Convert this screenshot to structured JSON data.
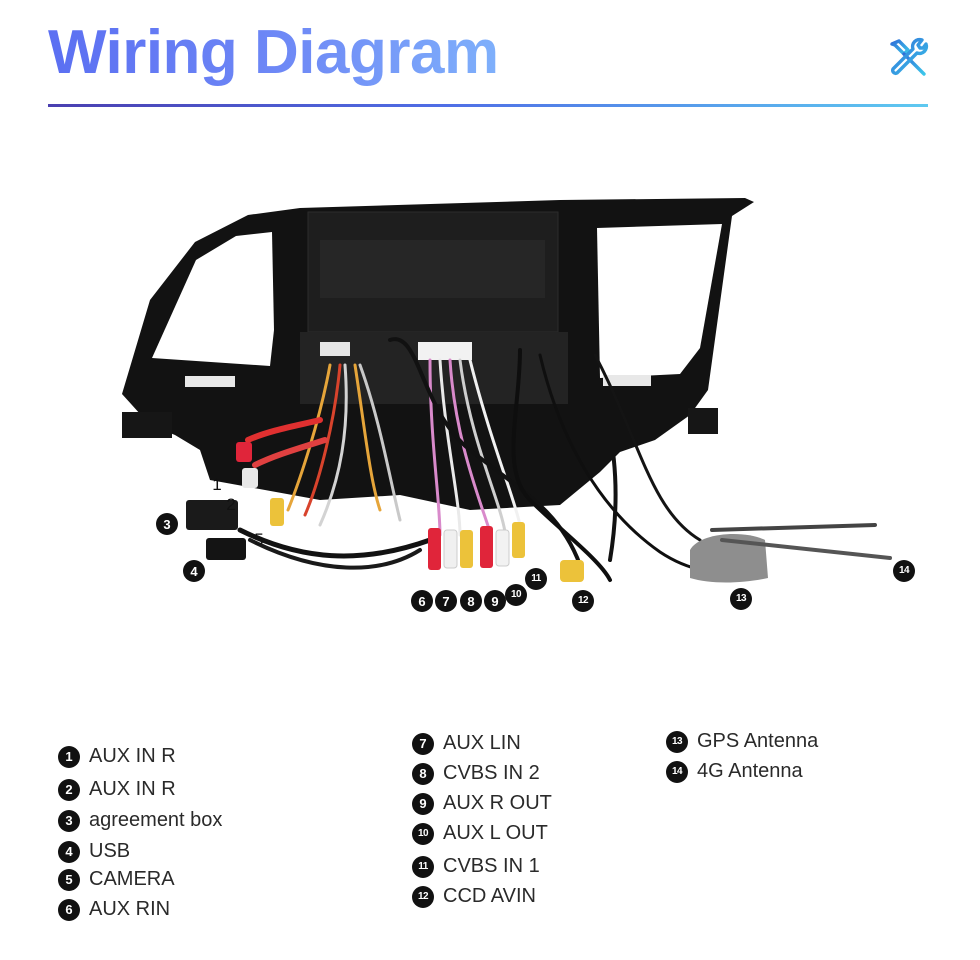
{
  "header": {
    "title": "Wiring Diagram",
    "icon": "tools-icon",
    "accent_start": "#5b6ff2",
    "accent_end": "#7fb0fb"
  },
  "markers": [
    "1",
    "2",
    "3",
    "4",
    "5",
    "6",
    "7",
    "8",
    "9",
    "10",
    "11",
    "12",
    "13",
    "14"
  ],
  "legend": {
    "col1": [
      {
        "num": "1",
        "label": "AUX IN R"
      },
      {
        "num": "2",
        "label": "AUX IN R"
      },
      {
        "num": "3",
        "label": "agreement box"
      },
      {
        "num": "4",
        "label": "USB"
      },
      {
        "num": "5",
        "label": "CAMERA"
      },
      {
        "num": "6",
        "label": "AUX RIN"
      }
    ],
    "col2": [
      {
        "num": "7",
        "label": "AUX LIN"
      },
      {
        "num": "8",
        "label": "CVBS IN 2"
      },
      {
        "num": "9",
        "label": "AUX R OUT"
      },
      {
        "num": "10",
        "label": "AUX L OUT"
      },
      {
        "num": "11",
        "label": "CVBS IN 1"
      },
      {
        "num": "12",
        "label": "CCD AVIN"
      }
    ],
    "col3": [
      {
        "num": "13",
        "label": "GPS Antenna"
      },
      {
        "num": "14",
        "label": "4G Antenna"
      }
    ]
  }
}
